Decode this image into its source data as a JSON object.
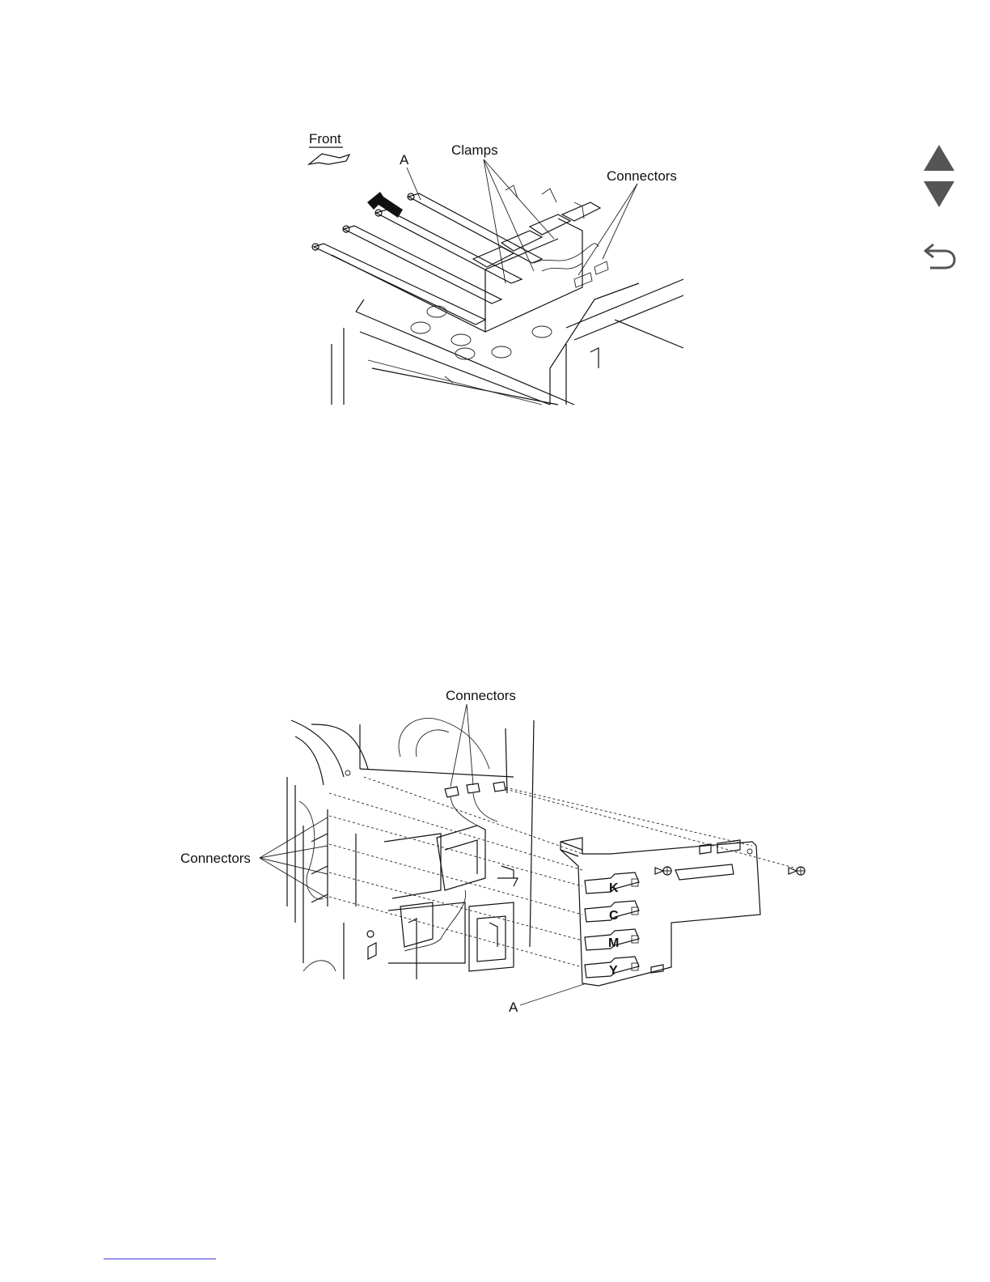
{
  "figure1": {
    "front_label": "Front",
    "label_a": "A",
    "clamps_label": "Clamps",
    "connectors_label": "Connectors"
  },
  "figure2": {
    "connectors_top_label": "Connectors",
    "connectors_left_label": "Connectors",
    "label_a": "A",
    "slot_labels": [
      "K",
      "C",
      "M",
      "Y"
    ]
  },
  "nav": {
    "icons": [
      "previous-page-icon",
      "next-page-icon",
      "back-icon"
    ],
    "color": "#555555"
  }
}
